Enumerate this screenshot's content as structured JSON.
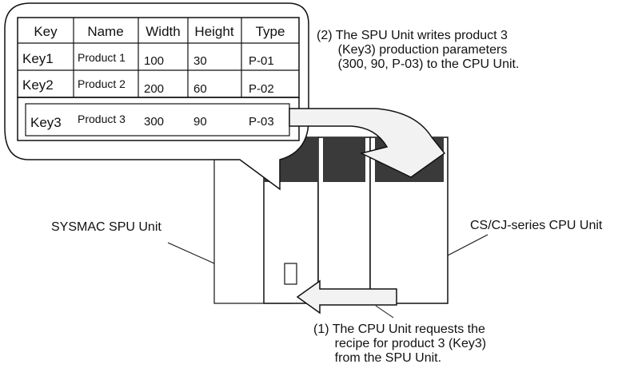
{
  "table": {
    "headers": [
      "Key",
      "Name",
      "Width",
      "Height",
      "Type"
    ],
    "rows": [
      [
        "Key1",
        "Product 1",
        "100",
        "30",
        "P-01"
      ],
      [
        "Key2",
        "Product 2",
        "200",
        "60",
        "P-02"
      ],
      [
        "Key3",
        "Product 3",
        "300",
        "90",
        "P-03"
      ]
    ]
  },
  "labels": {
    "spu_unit": "SYSMAC SPU Unit",
    "cpu_unit": "CS/CJ-series CPU Unit"
  },
  "notes": {
    "step2": "(2) The SPU Unit writes product 3\n      (Key3) production parameters\n      (300, 90, P-03) to the CPU Unit.",
    "step1": "(1) The CPU Unit requests the\n      recipe for product 3 (Key3)\n      from the SPU Unit."
  },
  "colors": {
    "module_top": "#3a3a3a",
    "arrow_fill": "#f2f2f2",
    "line": "#111111"
  }
}
